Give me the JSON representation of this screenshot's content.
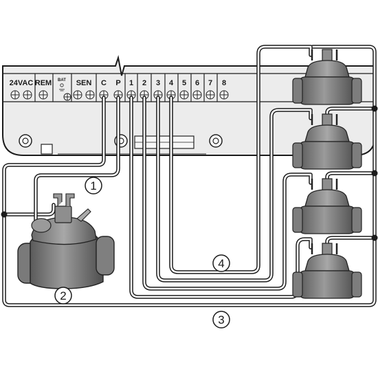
{
  "controller": {
    "terminal_labels": [
      "24VAC",
      "REM",
      "BAT",
      "SEN",
      "C",
      "P",
      "1",
      "2",
      "3",
      "4",
      "5",
      "6",
      "7",
      "8"
    ]
  },
  "callouts": [
    "1",
    "2",
    "3",
    "4"
  ],
  "icons": {
    "master_valve": "master-valve-icon",
    "zone_valve": "zone-valve-icon",
    "battery": "battery-icon",
    "junction": "junction-dot-icon"
  },
  "colors": {
    "line": "#1b1b1b",
    "valve_body": "#7a7a7a",
    "valve_dark": "#4a4a4a",
    "controller": "#e8e8e8"
  }
}
